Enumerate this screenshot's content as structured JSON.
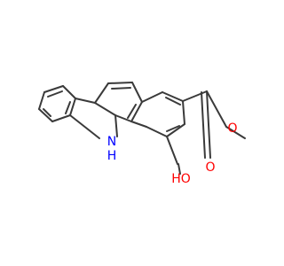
{
  "molecule": {
    "atoms": {
      "nh": {
        "text": "N",
        "h_text": "H",
        "color": "#0000ff"
      },
      "hydroxyl": {
        "text": "HO",
        "color": "#ff0000"
      },
      "carbonyl_o": {
        "text": "O",
        "color": "#ff0000"
      },
      "ester_o": {
        "text": "O",
        "color": "#ff0000"
      }
    },
    "bond_color": "#3a3a3a"
  }
}
